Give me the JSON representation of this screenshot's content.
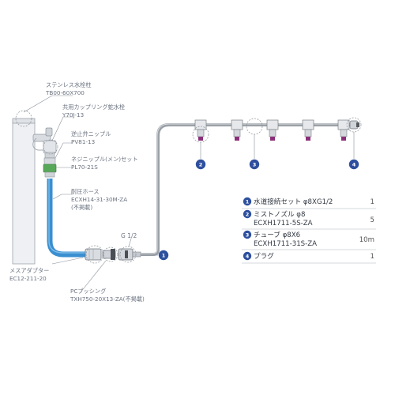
{
  "labels": {
    "stainless_post": [
      "ステンレス水栓柱",
      "TB00-60X700"
    ],
    "coupling": [
      "共用カップリング蛇水栓",
      "Y70J-13"
    ],
    "check_valve": [
      "逆止弁ニップル",
      "PV81-13"
    ],
    "nipple_set": [
      "ネジニップル(メン)セット",
      "PL70-21S"
    ],
    "pressure_hose": [
      "耐圧ホース",
      "ECXH14-31-30M-ZA",
      "(不掲載)"
    ],
    "female_adapter": [
      "メスアダプター",
      "EC12-211-20"
    ],
    "pc_bushing": [
      "PCブッシング",
      "TXH750-20X13-ZA(不掲載)"
    ],
    "g_half": "G 1/2"
  },
  "badges": [
    "1",
    "2",
    "3",
    "4"
  ],
  "parts": [
    {
      "num": "1",
      "name": "水道接続セット φ8XG1/2",
      "code": "",
      "qty": "1"
    },
    {
      "num": "2",
      "name": "ミストノズル φ8",
      "code": "ECXH1711-5S-ZA",
      "qty": "5"
    },
    {
      "num": "3",
      "name": "チューブ φ8X6",
      "code": "ECXH1711-31S-ZA",
      "qty": "10m"
    },
    {
      "num": "4",
      "name": "プラグ",
      "code": "",
      "qty": "1"
    }
  ],
  "colors": {
    "badge": "#2d4f9e",
    "hose": "#3a8fd0",
    "tube": "#9aa0a6",
    "nozzle_tip": "#8b2f7a",
    "label": "#6b7380",
    "divider": "#c8ccd2"
  }
}
